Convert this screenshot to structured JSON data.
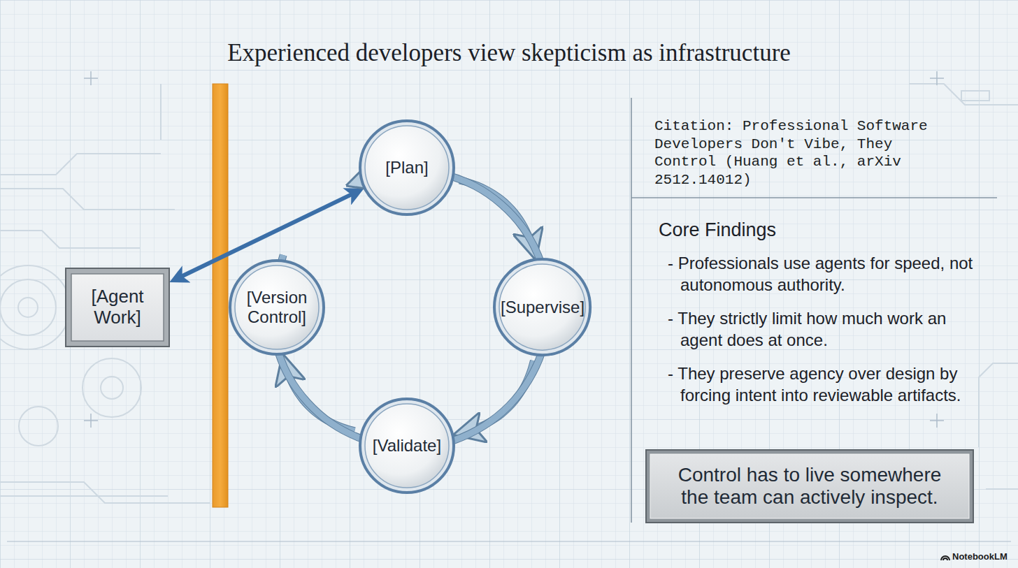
{
  "diagram": {
    "title": "Experienced developers view skepticism as infrastructure",
    "nodes": [
      {
        "text": [
          "[Agent Work]"
        ]
      },
      {
        "text": [
          "[Plan]"
        ]
      },
      {
        "text": [
          "[Supervise]"
        ]
      },
      {
        "text": [
          "[Validate]"
        ]
      },
      {
        "text": [
          "[Version Control]"
        ]
      },
      {
        "text": [
          "Control has to live somewhere the team can actively inspect."
        ]
      }
    ],
    "edges": [
      {
        "from": 1,
        "to": 0,
        "arrow": "both"
      },
      {
        "from": 1,
        "to": 2,
        "arrow": "to"
      },
      {
        "from": 2,
        "to": 3,
        "arrow": "to"
      },
      {
        "from": 3,
        "to": 4,
        "arrow": "to"
      },
      {
        "from": 4,
        "to": 1,
        "arrow": "to"
      }
    ],
    "labels": [
      "Citation: Professional Software Developers Don't Vibe, They Control (Huang et al., arXiv 2512.14012)",
      "Core Findings",
      "- Professionals use agents for speed, not autonomous authority.",
      "- They strictly limit how much work an agent does at once.",
      "- They preserve agency over design by forcing intent into reviewable artifacts.",
      "NotebookLM"
    ]
  }
}
